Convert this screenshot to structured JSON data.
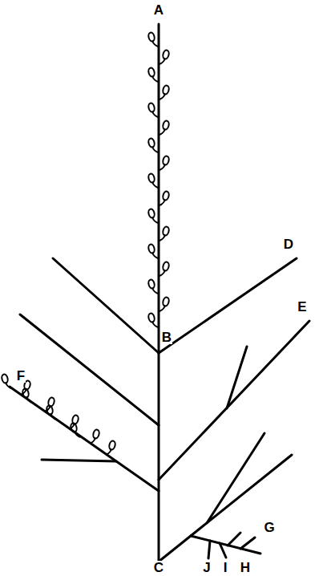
{
  "diagram": {
    "labels": [
      "A",
      "D",
      "B",
      "E",
      "F",
      "G",
      "J",
      "I",
      "H",
      "C"
    ]
  }
}
